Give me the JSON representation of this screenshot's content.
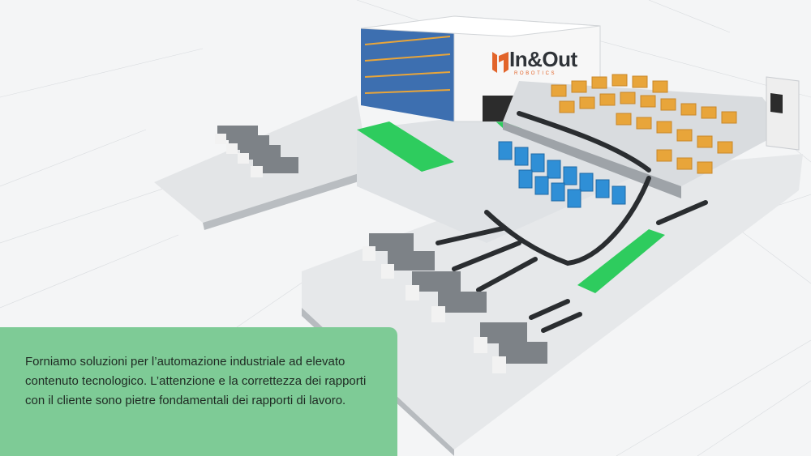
{
  "brand": {
    "name": "In&Out",
    "tagline": "ROBOTICS",
    "accent_color": "#e2642a",
    "logo_icon": "inout-logo-icon"
  },
  "hero": {
    "image_subject": "isometric automated warehouse illustration"
  },
  "info_card": {
    "text": "Forniamo soluzioni per l’automazione industriale ad elevato contenuto tecnologico. L’attenzione e la correttezza dei rapporti con il cliente sono pietre fondamentali dei rapporti di lavoro.",
    "background_color": "#7ecb96"
  },
  "colors": {
    "floor": "#e4e6e8",
    "building": "#f7f7f7",
    "green_zone": "#2ecc5e",
    "crates": "#e8a53a",
    "bins": "#2f8fd6",
    "trucks": "#7d8287"
  }
}
